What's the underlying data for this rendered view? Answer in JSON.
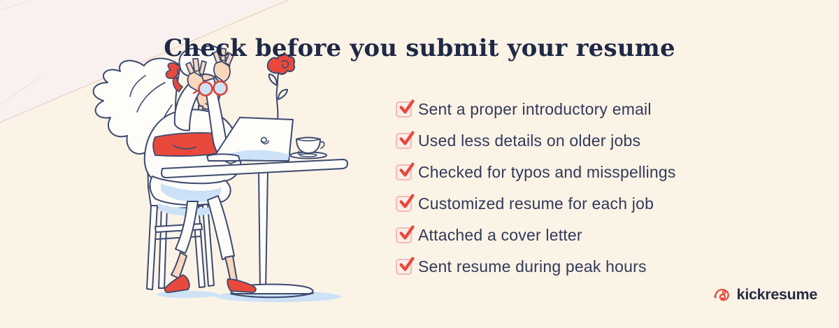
{
  "title": {
    "text": "Check before you submit your resume"
  },
  "checklist": {
    "items": [
      {
        "label": "Sent a proper introductory email",
        "checked": true
      },
      {
        "label": "Used less details on older jobs",
        "checked": true
      },
      {
        "label": "Checked for typos and misspellings",
        "checked": true
      },
      {
        "label": "Customized resume for each job",
        "checked": true
      },
      {
        "label": "Attached a cover letter",
        "checked": true
      },
      {
        "label": "Sent resume during peak hours",
        "checked": true
      }
    ]
  },
  "brand": {
    "name": "kickresume",
    "icon": "chameleon-icon"
  },
  "illustration": {
    "alt": "Woman with windblown hair sitting on a chair at a pedestal table, holding her round glasses while staring at a laptop; coffee cup and red flower beside the laptop"
  },
  "colors": {
    "background": "#fcf3e7",
    "corner_background": "#f9f1ef",
    "accent_red": "#e8493c",
    "navy_text": "#313a59",
    "title_navy": "#1f2947",
    "light_blue": "#cde2f7",
    "skin": "#f8d7bd",
    "checkbox_border": "#f2bab3",
    "checkbox_fill": "#fceee9"
  }
}
